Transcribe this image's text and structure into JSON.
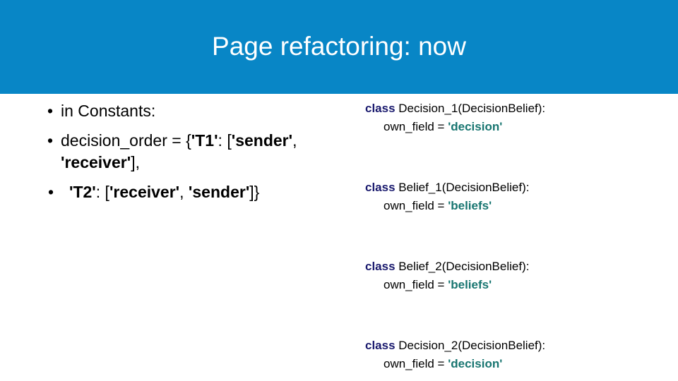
{
  "theme": {
    "header_bg": "#0886C6",
    "header_text": "#FFFFFF",
    "body_bg": "#FFFFFF",
    "text": "#000000",
    "keyword_color": "#1A1A6E",
    "string_color": "#177570"
  },
  "header": {
    "title": "Page refactoring: now"
  },
  "left_column": {
    "bullets": [
      {
        "marker": "•",
        "indented": false,
        "runs": [
          {
            "text": "in Constants:",
            "bold": false
          }
        ]
      },
      {
        "marker": "•",
        "indented": false,
        "runs": [
          {
            "text": "decision_order = {",
            "bold": false
          },
          {
            "text": "'T1'",
            "bold": true
          },
          {
            "text": ": [",
            "bold": false
          },
          {
            "text": "'sender'",
            "bold": true
          },
          {
            "text": ", ",
            "bold": false
          },
          {
            "text": "'receiver'",
            "bold": true
          },
          {
            "text": "],",
            "bold": false
          }
        ]
      },
      {
        "marker": "•",
        "indented": true,
        "runs": [
          {
            "text": "'T2'",
            "bold": true
          },
          {
            "text": ": [",
            "bold": false
          },
          {
            "text": "'receiver'",
            "bold": true
          },
          {
            "text": ", ",
            "bold": false
          },
          {
            "text": "'sender'",
            "bold": true
          },
          {
            "text": "]}",
            "bold": false
          }
        ]
      }
    ]
  },
  "right_column": {
    "code_blocks": [
      {
        "keyword": "class",
        "signature": " Decision_1(DecisionBelief):",
        "field_name": "own_field = ",
        "field_value": "'decision'"
      },
      {
        "keyword": "class",
        "signature": " Belief_1(DecisionBelief):",
        "field_name": "own_field = ",
        "field_value": "'beliefs'"
      },
      {
        "keyword": "class",
        "signature": " Belief_2(DecisionBelief):",
        "field_name": "own_field = ",
        "field_value": "'beliefs'"
      },
      {
        "keyword": "class",
        "signature": " Decision_2(DecisionBelief):",
        "field_name": "own_field = ",
        "field_value": "'decision'"
      }
    ]
  }
}
